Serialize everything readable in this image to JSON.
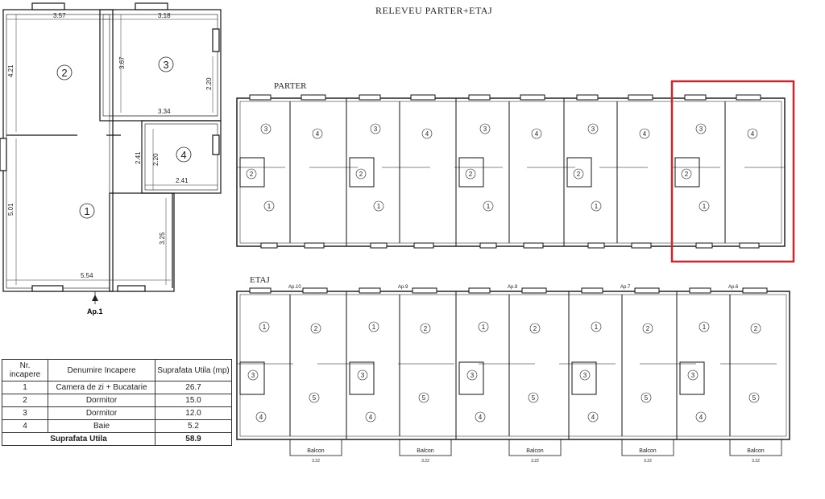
{
  "title": "RELEVEU PARTER+ETAJ",
  "parter_label": "PARTER",
  "etaj_label": "ETAJ",
  "apartment_label": "Ap.1",
  "plan": {
    "dimensions": {
      "top_left_width": "3.57",
      "top_right_width": "3.18",
      "left_room_height": "4.21",
      "mid_wall": "3.67",
      "right_room_height": "2.20",
      "room3_bottom": "3.34",
      "bath_height_outer": "2.41",
      "bath_height_inner": "2.20",
      "bath_width": "2.41",
      "living_left_height": "5.01",
      "living_right_height": "3.25",
      "bottom_width": "5.54"
    },
    "rooms": [
      "1",
      "2",
      "3",
      "4"
    ]
  },
  "table": {
    "headers": [
      "Nr. incapere",
      "Denumire Incapere",
      "Suprafata Utila (mp)"
    ],
    "rows": [
      [
        "1",
        "Camera de zi + Bucatarie",
        "26.7"
      ],
      [
        "2",
        "Dormitor",
        "15.0"
      ],
      [
        "3",
        "Dormitor",
        "12.0"
      ],
      [
        "4",
        "Baie",
        "5.2"
      ]
    ],
    "total_label": "Suprafata Utila",
    "total_value": "58.9"
  },
  "etaj_apartments": [
    "Ap.10",
    "Ap.9",
    "Ap.8",
    "Ap.7",
    "Ap.6"
  ],
  "balcony_label": "Balcon",
  "balcony_dims": [
    "3.22",
    "3.22",
    "3.22",
    "3.22",
    "3.22"
  ],
  "colors": {
    "highlight": "#d0232a",
    "line": "#111111"
  }
}
